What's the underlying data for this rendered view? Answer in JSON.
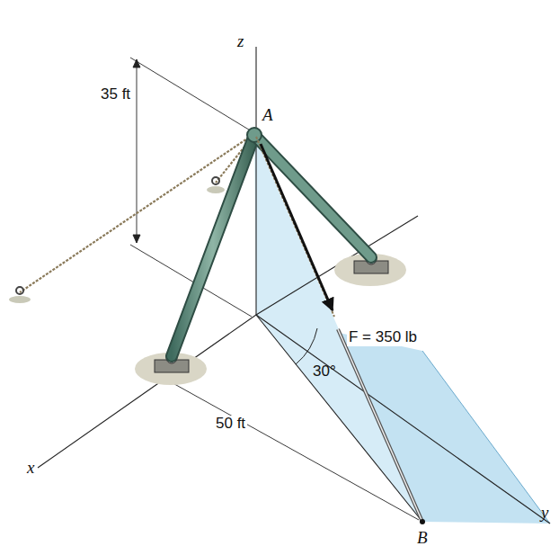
{
  "diagram": {
    "labels": [
      "z",
      "A",
      "35 ft",
      "F = 350 lb",
      "30°",
      "50 ft",
      "x",
      "y",
      "B"
    ]
  }
}
